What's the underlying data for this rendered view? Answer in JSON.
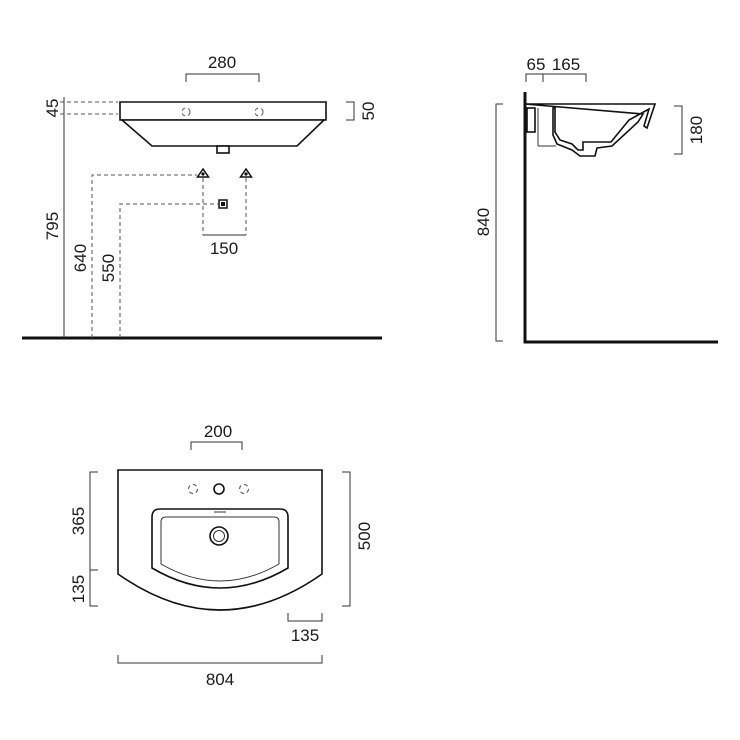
{
  "front_view": {
    "dim_top_width": "280",
    "dim_rim_thickness_left": "45",
    "dim_rim_thickness_right": "50",
    "dim_rim_height": "795",
    "dim_tap_height": "640",
    "dim_waste_height": "550",
    "dim_tap_spacing": "150"
  },
  "side_view": {
    "dim_wall_offset": "65",
    "dim_depth_to_center": "165",
    "dim_bowl_height": "180",
    "dim_total_height": "840"
  },
  "plan_view": {
    "dim_tap_holes_spacing": "200",
    "dim_front_depth": "365",
    "dim_back_depth": "135",
    "dim_total_depth": "500",
    "dim_corner_offset": "135",
    "dim_total_width": "804"
  }
}
